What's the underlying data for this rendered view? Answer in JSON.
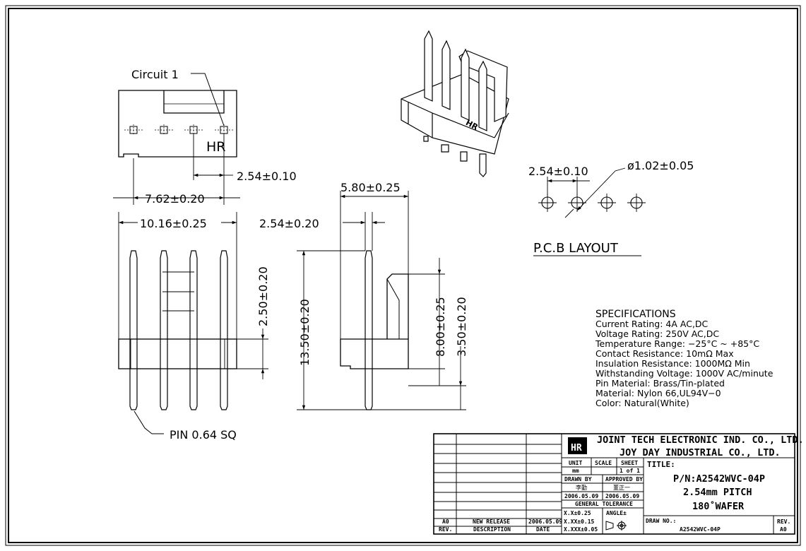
{
  "labels": {
    "circuit1": "Circuit  1",
    "hr_logo": "HR",
    "pin": "PIN  0.64  SQ",
    "pcb_title": "P.C.B  LAYOUT"
  },
  "dims": {
    "pitch_top": "2.54±0.10",
    "span_762": "7.62±0.20",
    "width_1016": "10.16±0.25",
    "pitch_side": "2.54±0.20",
    "depth_580": "5.80±0.25",
    "h_250": "2.50±0.20",
    "h_1350": "13.50±0.20",
    "h_800": "8.00±0.25",
    "h_350": "3.50±0.20",
    "pcb_pitch": "2.54±0.10",
    "pcb_hole": "ø1.02±0.05"
  },
  "specifications": {
    "heading": "SPECIFICATIONS",
    "lines": [
      "Current Rating: 4A AC,DC",
      "Voltage Rating: 250V AC,DC",
      "Temperature Range: −25°C ~ +85°C",
      "Contact Resistance: 10mΩ Max",
      "Insulation Resistance: 1000MΩ Min",
      "Withstanding Voltage: 1000V AC/minute",
      "Pin Material: Brass/Tin-plated",
      "Material: Nylon 66,UL94V−0",
      "Color: Natural(White)"
    ]
  },
  "title_block": {
    "company1": "JOINT TECH ELECTRONIC IND. CO., LTD.",
    "company2": "JOY DAY INDUSTRIAL CO., LTD.",
    "unit_label": "UNIT",
    "unit_value": "mm",
    "scale_label": "SCALE",
    "sheet_label": "SHEET",
    "sheet_value": "1 of 1",
    "drawn_by_label": "DRAWN BY",
    "drawn_by_name": "李勤",
    "drawn_date": "2006.05.09",
    "approved_by_label": "APPROVED BY",
    "approved_by_name": "董正一",
    "approved_date": "2006.05.09",
    "tolerance_label": "GENERAL TOLERANCE",
    "tol1": "X.X±0.25",
    "tol2": "X.XX±0.15",
    "tol3": "X.XXX±0.05",
    "angle_label": "ANGLE±",
    "title_label": "TITLE:",
    "part_number": "P/N:A2542WVC-04P",
    "pitch_line": "2.54mm PITCH",
    "wafer_line": "180˚WAFER",
    "draw_no_label": "DRAW NO.:",
    "draw_no_value": "A2542WVC-04P",
    "rev_label": "REV.",
    "rev_value": "A0",
    "rev_rows": [
      {
        "rev": "A0",
        "description": "NEW RELEASE",
        "date": "2006.05.09"
      }
    ],
    "rev_col_header": "REV.",
    "desc_col_header": "DESCRIPTION",
    "date_col_header": "DATE"
  }
}
